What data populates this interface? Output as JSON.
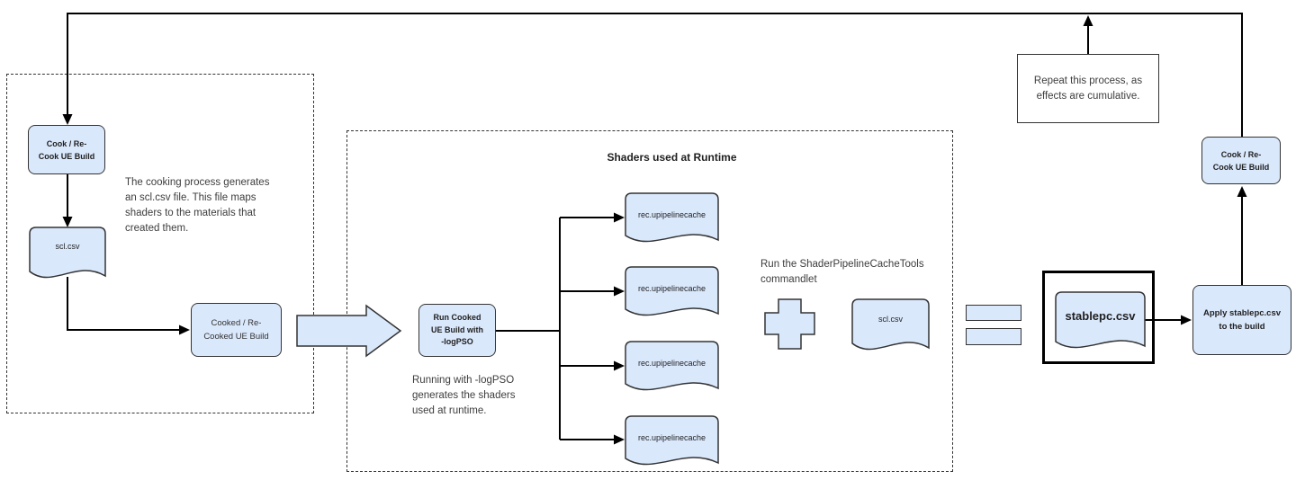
{
  "colors": {
    "node_fill": "#dae8fc",
    "node_stroke": "#333333",
    "connector": "#000000",
    "label_text": "#1f1f1f",
    "note_text": "#3d3d3d"
  },
  "groups": {
    "runtime": {
      "title": "Shaders used at Runtime"
    }
  },
  "nodes": {
    "cook_left": {
      "label": [
        "Cook / Re-",
        "Cook UE Build"
      ]
    },
    "scl_left": {
      "label": "scl.csv"
    },
    "cooked": {
      "label": [
        "Cooked / Re-",
        "Cooked UE Build"
      ]
    },
    "run_logpso": {
      "label": [
        "Run Cooked",
        "UE Build with",
        "-logPSO"
      ]
    },
    "rec_doc": {
      "label": "rec.upipelinecache"
    },
    "scl_right": {
      "label": "scl.csv"
    },
    "stablepc": {
      "label": "stablepc.csv"
    },
    "apply": {
      "label": [
        "Apply stablepc.csv",
        "to the build"
      ]
    },
    "cook_right": {
      "label": [
        "Cook / Re-",
        "Cook UE Build"
      ]
    }
  },
  "notes": {
    "cooking": [
      "The cooking process generates",
      "an scl.csv file. This file maps",
      "shaders to the materials that",
      "created them."
    ],
    "logpso": [
      "Running with -logPSO",
      "generates the shaders",
      "used at runtime."
    ],
    "commandlet": [
      "Run the ShaderPipelineCacheTools",
      "commandlet"
    ],
    "repeat": [
      "Repeat this process, as",
      "effects are cumulative."
    ]
  }
}
